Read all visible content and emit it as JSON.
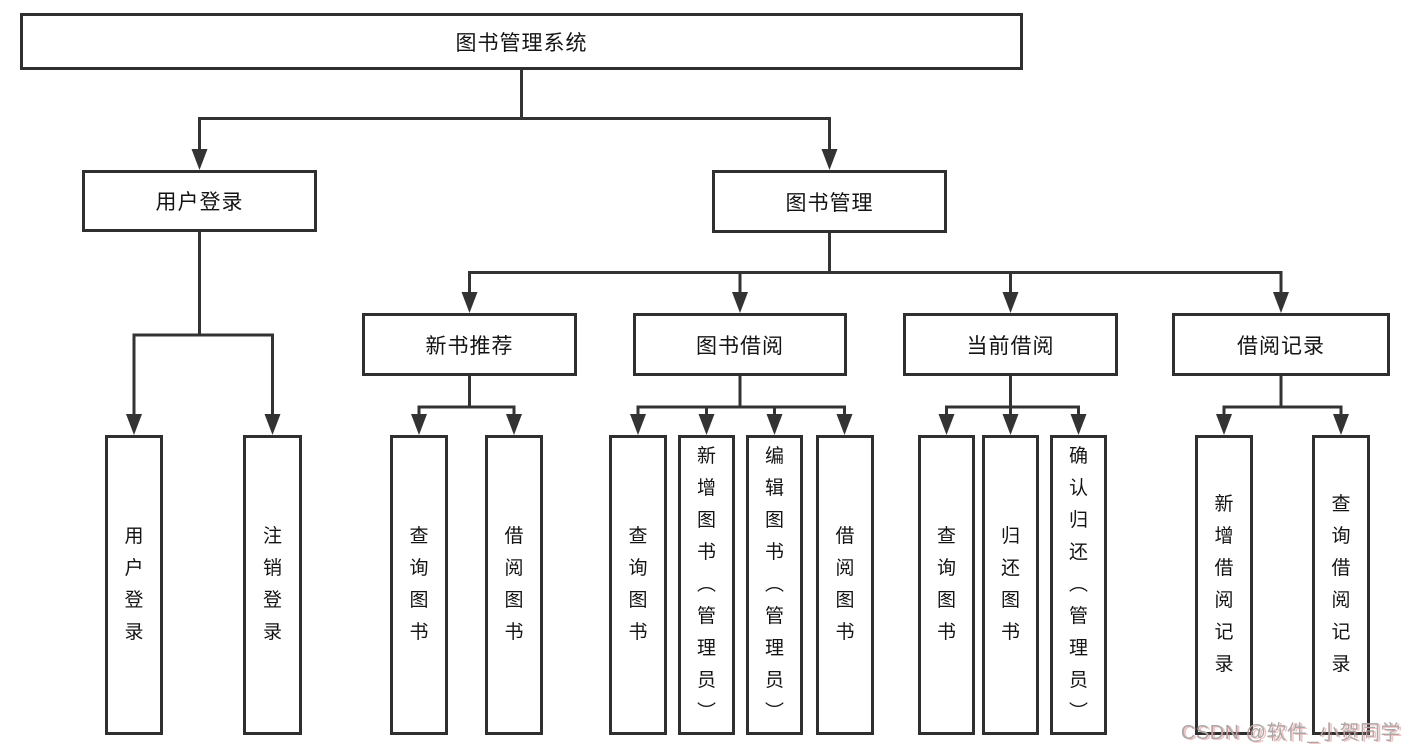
{
  "page": {
    "background": "#ffffff",
    "watermark": "CSDN @软件_小贺同学"
  },
  "colors": {
    "line": "#333333",
    "box_border": "#2f2f2f",
    "text": "#141414",
    "watermark_gray": "#a9a9a9",
    "watermark_red_tint": "#e76565"
  },
  "tree": {
    "root": "图书管理系统",
    "user_login": {
      "label": "用户登录",
      "children": [
        "用户登录",
        "注销登录"
      ]
    },
    "book_management": {
      "label": "图书管理",
      "sections": [
        {
          "label": "新书推荐",
          "children": [
            "查询图书",
            "借阅图书"
          ]
        },
        {
          "label": "图书借阅",
          "children": [
            "查询图书",
            "新增图书（管理员）",
            "编辑图书（管理员）",
            "借阅图书"
          ]
        },
        {
          "label": "当前借阅",
          "children": [
            "查询图书",
            "归还图书",
            "确认归还（管理员）"
          ]
        },
        {
          "label": "借阅记录",
          "children": [
            "新增借阅记录",
            "查询借阅记录"
          ]
        }
      ]
    }
  }
}
